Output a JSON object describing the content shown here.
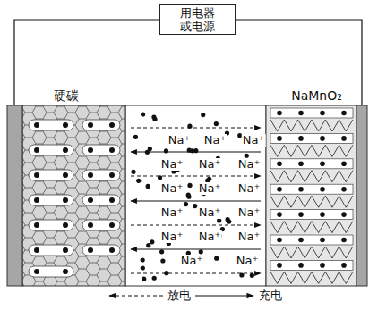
{
  "diagram": {
    "nodes": [
      {
        "text": [
          "用电器 或电源"
        ]
      },
      {
        "text": [
          "硬碳"
        ]
      },
      {
        "text": [
          "NaMnO₂"
        ]
      }
    ],
    "edges": [
      {
        "from": 0,
        "to": 1,
        "arrow": "none"
      },
      {
        "from": 0,
        "to": 2,
        "arrow": "none"
      }
    ],
    "labels": [
      "Na⁺",
      "Na⁺",
      "Na⁺",
      "Na⁺",
      "Na⁺",
      "Na⁺",
      "Na⁺",
      "Na⁺",
      "Na⁺",
      "Na⁺",
      "Na⁺",
      "Na⁺",
      "Na⁺",
      "Na⁺",
      "Na⁺",
      "Na⁺",
      "Na⁺",
      "放电",
      "充电"
    ]
  }
}
